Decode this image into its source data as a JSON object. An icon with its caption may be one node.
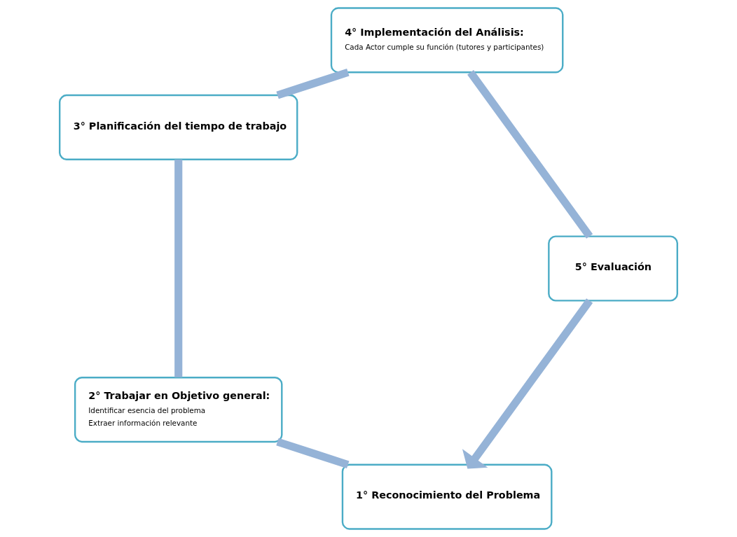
{
  "diagram": {
    "nodes": [
      {
        "text": [
          "1° Reconocimiento del Problema"
        ]
      },
      {
        "text": [
          "2° Trabajar en Objetivo general:",
          "Identificar esencia del problema",
          "Extraer información relevante"
        ]
      },
      {
        "text": [
          "3° Planificación del tiempo de trabajo"
        ]
      },
      {
        "text": [
          "4° Implementación del Análisis:",
          "Cada Actor cumple su función (tutores y participantes)"
        ]
      },
      {
        "text": [
          "5° Evaluación"
        ]
      }
    ],
    "edges": [
      {
        "from": 0,
        "to": 1,
        "arrow": "none",
        "color": "#95b3d7"
      },
      {
        "from": 1,
        "to": 2,
        "arrow": "none",
        "color": "#95b3d7"
      },
      {
        "from": 2,
        "to": 3,
        "arrow": "none",
        "color": "#95b3d7"
      },
      {
        "from": 3,
        "to": 4,
        "arrow": "none",
        "color": "#95b3d7"
      },
      {
        "from": 4,
        "to": 0,
        "arrow": "to",
        "color": "#95b3d7"
      }
    ]
  }
}
